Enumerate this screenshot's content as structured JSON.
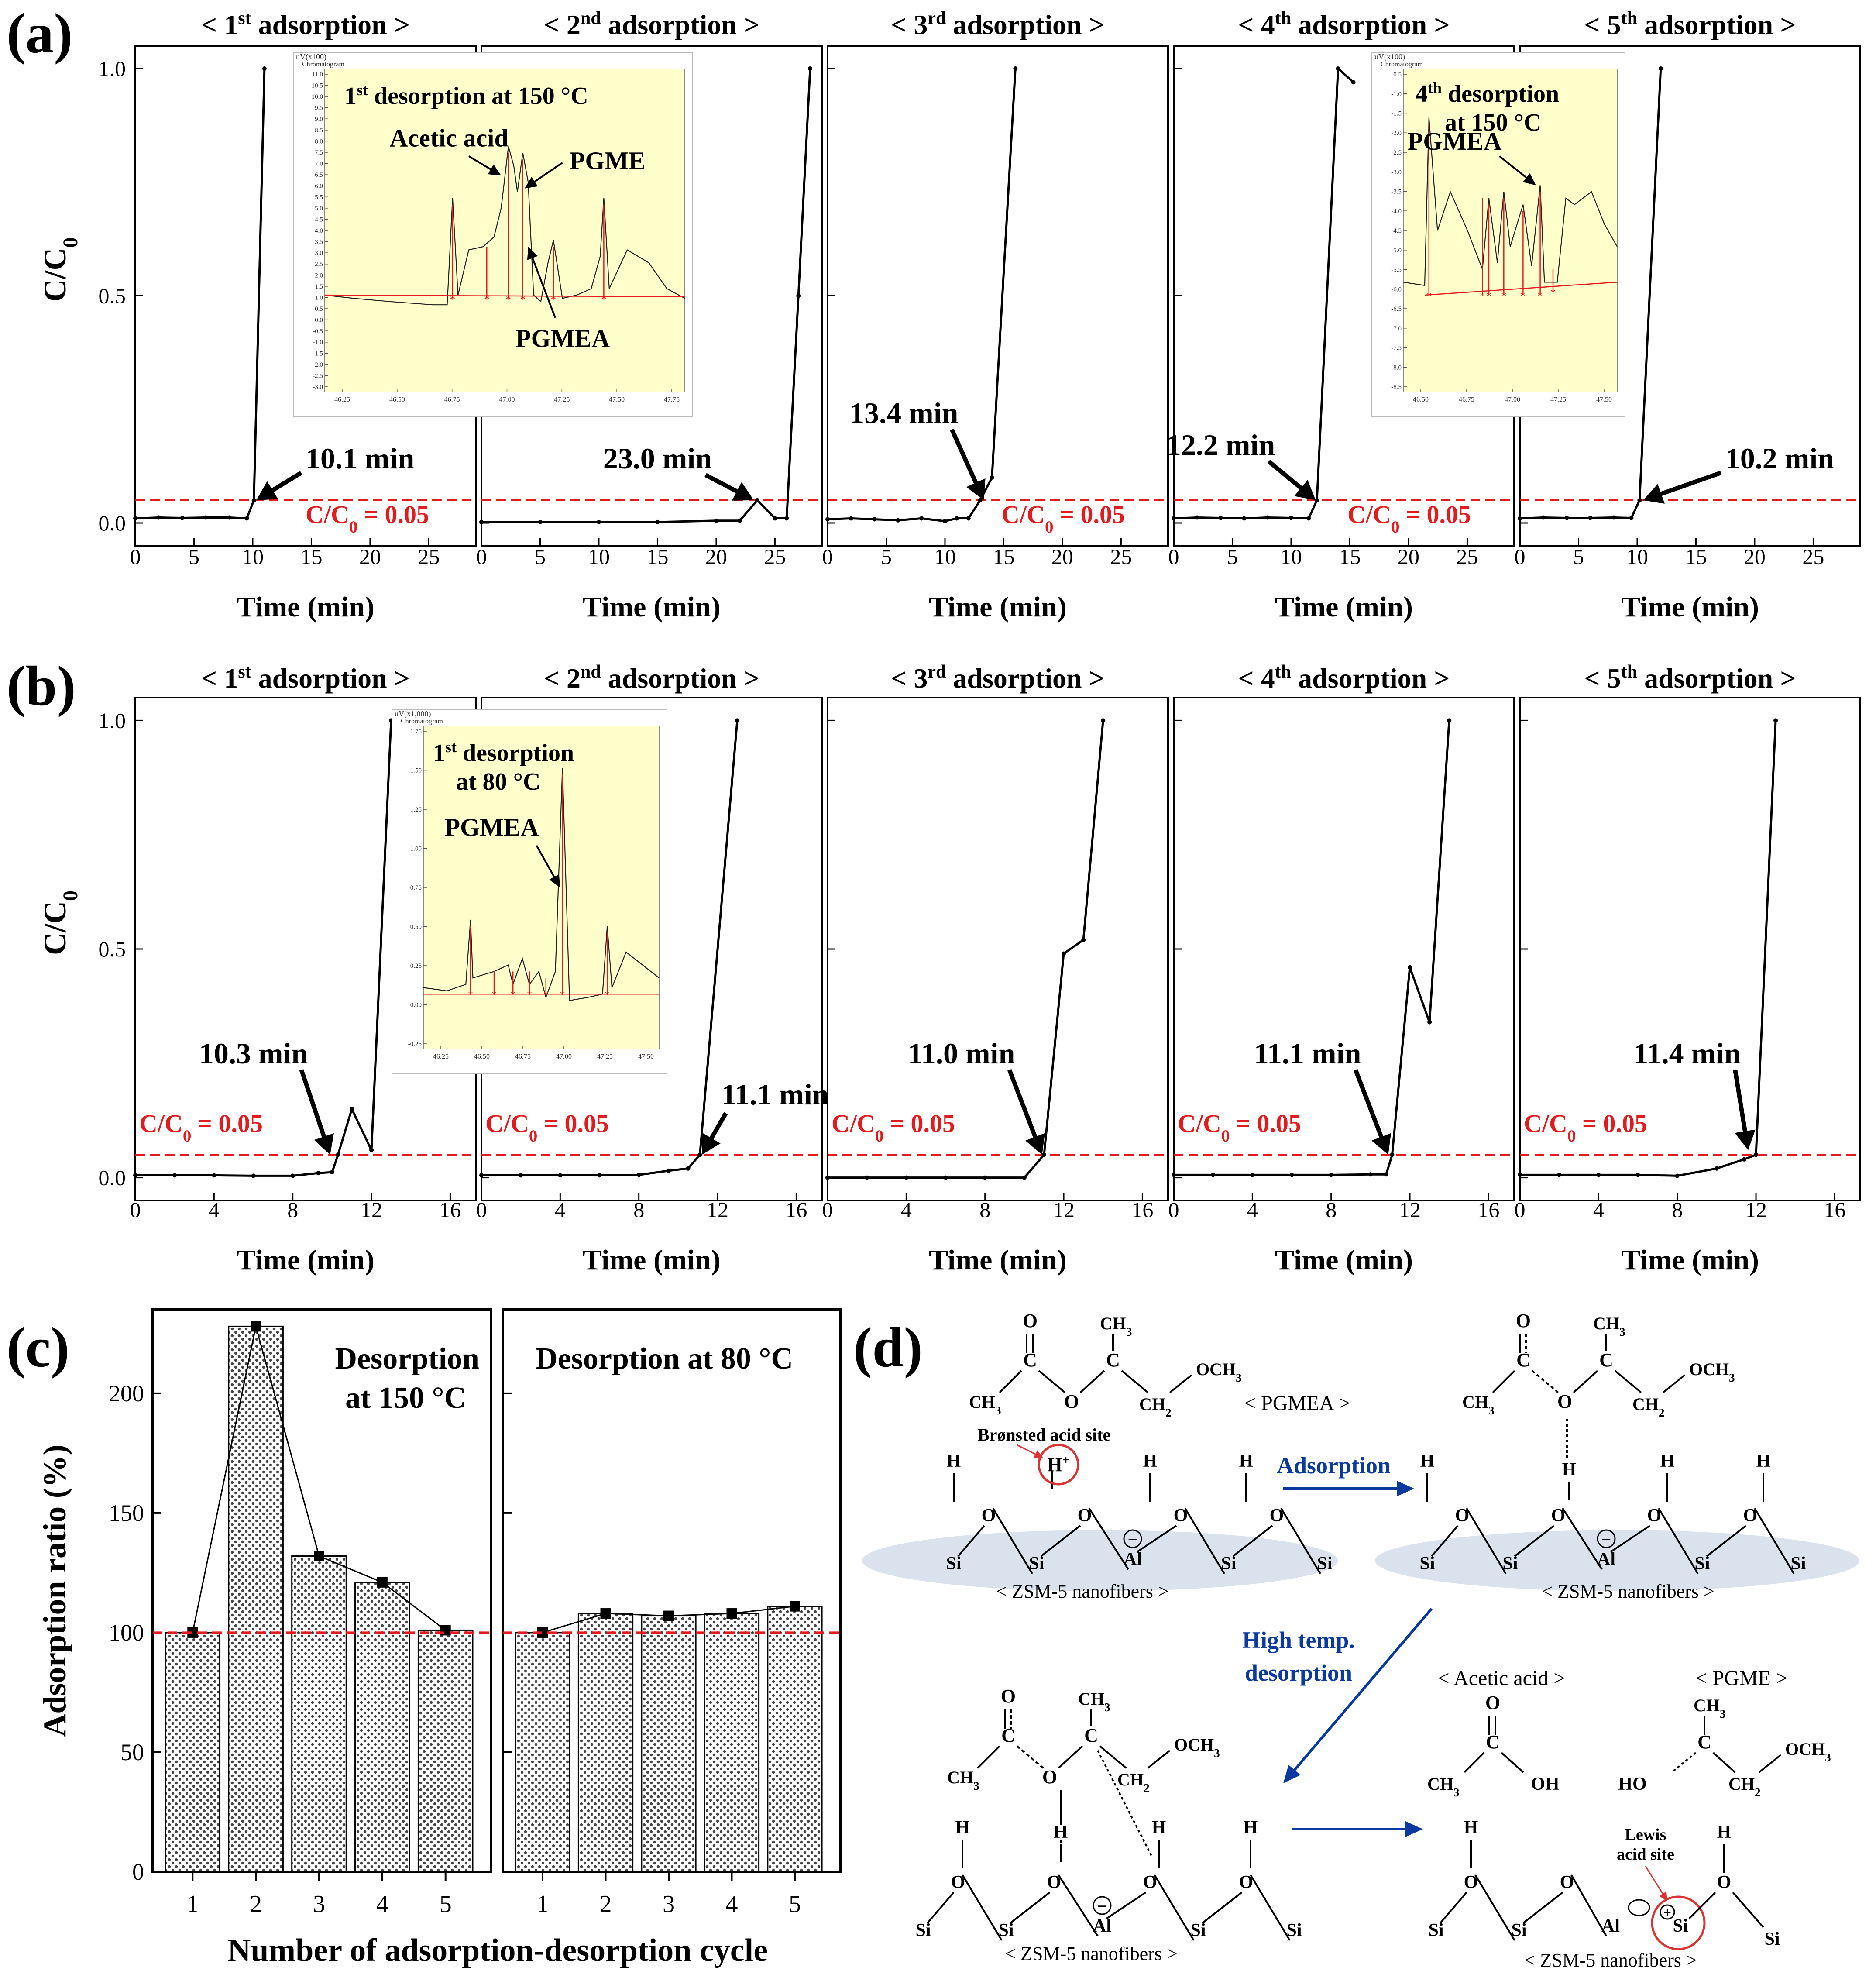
{
  "panel_labels": [
    "(a)",
    "(b)",
    "(c)",
    "(d)"
  ],
  "colors": {
    "threshold": "#e41a1c",
    "line": "#000000",
    "inset_bg": "#ffffcc",
    "inset_peak": "#e41a1c",
    "scheme_arrow": "#0a3aa0"
  },
  "chart_data": [
    {
      "type": "line",
      "panel": "a",
      "row": 0,
      "col": 0,
      "title": "< 1st adsorption >",
      "title_num": "1",
      "title_sup": "st",
      "xlabel": "Time (min)",
      "ylabel": "C/C0",
      "xlim": [
        0,
        29
      ],
      "ylim": [
        -0.05,
        1.05
      ],
      "xticks": [
        0,
        5,
        10,
        15,
        20,
        25
      ],
      "yticks": [
        0.0,
        0.5,
        1.0
      ],
      "ytick_labels": [
        "0.0",
        "0.5",
        "1.0"
      ],
      "x": [
        0,
        2,
        4,
        6,
        8,
        9.5,
        10.1,
        11
      ],
      "y": [
        0.01,
        0.012,
        0.011,
        0.012,
        0.012,
        0.01,
        0.05,
        1.0
      ],
      "threshold": 0.05,
      "threshold_label": "C/C0 = 0.05",
      "threshold_label_x": 14.5,
      "threshold_label_y": 0.0,
      "annotation": {
        "text": "10.1 min",
        "tx": 14.5,
        "ty": 0.12,
        "ax": 10.3,
        "ay": 0.05
      }
    },
    {
      "type": "line",
      "panel": "a",
      "row": 0,
      "col": 1,
      "title": "< 2nd adsorption >",
      "title_num": "2",
      "title_sup": "nd",
      "xlabel": "Time (min)",
      "ylabel": "",
      "xlim": [
        0,
        29
      ],
      "ylim": [
        -0.05,
        1.05
      ],
      "xticks": [
        0,
        5,
        10,
        15,
        20,
        25
      ],
      "yticks": [
        0.0,
        0.5,
        1.0
      ],
      "ytick_labels": [],
      "x": [
        0,
        5,
        10,
        15,
        20,
        22,
        23.5,
        25,
        26,
        27,
        28
      ],
      "y": [
        0.002,
        0.002,
        0.002,
        0.002,
        0.005,
        0.005,
        0.05,
        0.01,
        0.01,
        0.5,
        1.0
      ],
      "threshold": 0.05,
      "threshold_label": "",
      "threshold_label_x": 0,
      "threshold_label_y": 0,
      "annotation": {
        "text": "23.0 min",
        "tx": 15,
        "ty": 0.12,
        "ax": 23.2,
        "ay": 0.05
      }
    },
    {
      "type": "line",
      "panel": "a",
      "row": 0,
      "col": 2,
      "title": "< 3rd adsorption >",
      "title_num": "3",
      "title_sup": "rd",
      "xlabel": "Time (min)",
      "ylabel": "",
      "xlim": [
        0,
        29
      ],
      "ylim": [
        -0.05,
        1.05
      ],
      "xticks": [
        0,
        5,
        10,
        15,
        20,
        25
      ],
      "yticks": [
        0.0,
        0.5,
        1.0
      ],
      "ytick_labels": [],
      "x": [
        0,
        2,
        4,
        6,
        8,
        10,
        11,
        12,
        13,
        14,
        16
      ],
      "y": [
        0.008,
        0.01,
        0.008,
        0.006,
        0.01,
        0.004,
        0.01,
        0.01,
        0.05,
        0.1,
        1.0
      ],
      "threshold": 0.05,
      "threshold_label": "C/C0 = 0.05",
      "threshold_label_x": 14.8,
      "threshold_label_y": 0.0,
      "annotation": {
        "text": "13.4 min",
        "tx": 6.5,
        "ty": 0.22,
        "ax": 13.3,
        "ay": 0.05
      }
    },
    {
      "type": "line",
      "panel": "a",
      "row": 0,
      "col": 3,
      "title": "< 4th adsorption >",
      "title_num": "4",
      "title_sup": "th",
      "xlabel": "Time (min)",
      "ylabel": "",
      "xlim": [
        0,
        29
      ],
      "ylim": [
        -0.05,
        1.05
      ],
      "xticks": [
        0,
        5,
        10,
        15,
        20,
        25
      ],
      "yticks": [
        0.0,
        0.5,
        1.0
      ],
      "ytick_labels": [],
      "x": [
        0,
        2,
        4,
        6,
        8,
        10,
        11.5,
        12.2,
        14,
        15.3
      ],
      "y": [
        0.01,
        0.012,
        0.011,
        0.01,
        0.012,
        0.011,
        0.01,
        0.05,
        1.0,
        0.97
      ],
      "threshold": 0.05,
      "threshold_label": "C/C0 = 0.05",
      "threshold_label_x": 14.8,
      "threshold_label_y": 0.0,
      "annotation": {
        "text": "12.2 min",
        "tx": 4,
        "ty": 0.15,
        "ax": 12.1,
        "ay": 0.05
      }
    },
    {
      "type": "line",
      "panel": "a",
      "row": 0,
      "col": 4,
      "title": "< 5th adsorption >",
      "title_num": "5",
      "title_sup": "th",
      "xlabel": "Time (min)",
      "ylabel": "",
      "xlim": [
        0,
        29
      ],
      "ylim": [
        -0.05,
        1.05
      ],
      "xticks": [
        0,
        5,
        10,
        15,
        20,
        25
      ],
      "yticks": [
        0.0,
        0.5,
        1.0
      ],
      "ytick_labels": [],
      "x": [
        0,
        2,
        4,
        6,
        8,
        9.5,
        10.2,
        12
      ],
      "y": [
        0.01,
        0.012,
        0.011,
        0.011,
        0.012,
        0.011,
        0.05,
        1.0
      ],
      "threshold": 0.05,
      "threshold_label": "",
      "threshold_label_x": 0,
      "threshold_label_y": 0,
      "annotation": {
        "text": "10.2 min",
        "tx": 17.5,
        "ty": 0.12,
        "ax": 10.5,
        "ay": 0.05
      }
    },
    {
      "type": "line",
      "panel": "b",
      "row": 1,
      "col": 0,
      "title": "< 1st adsorption >",
      "title_num": "1",
      "title_sup": "st",
      "xlabel": "Time (min)",
      "ylabel": "C/C0",
      "xlim": [
        0,
        17.3
      ],
      "ylim": [
        -0.05,
        1.05
      ],
      "xticks": [
        0,
        4,
        8,
        12,
        16
      ],
      "yticks": [
        0.0,
        0.5,
        1.0
      ],
      "ytick_labels": [
        "0.0",
        "0.5",
        "1.0"
      ],
      "x": [
        0,
        2,
        4,
        6,
        8,
        9.3,
        10,
        10.3,
        11,
        12,
        13
      ],
      "y": [
        0.005,
        0.005,
        0.005,
        0.004,
        0.004,
        0.01,
        0.012,
        0.05,
        0.15,
        0.06,
        1.0
      ],
      "threshold": 0.05,
      "threshold_label": "C/C0 = 0.05",
      "threshold_label_x": 0.2,
      "threshold_label_y": 0.1,
      "annotation": {
        "text": "10.3 min",
        "tx": 6,
        "ty": 0.25,
        "ax": 9.9,
        "ay": 0.05
      }
    },
    {
      "type": "line",
      "panel": "b",
      "row": 1,
      "col": 1,
      "title": "< 2nd adsorption >",
      "title_num": "2",
      "title_sup": "nd",
      "xlabel": "Time (min)",
      "ylabel": "",
      "xlim": [
        0,
        17.3
      ],
      "ylim": [
        -0.05,
        1.05
      ],
      "xticks": [
        0,
        4,
        8,
        12,
        16
      ],
      "yticks": [
        0.0,
        0.5,
        1.0
      ],
      "ytick_labels": [],
      "x": [
        0,
        2,
        4,
        6,
        8,
        9.5,
        10.5,
        11.1,
        13
      ],
      "y": [
        0.005,
        0.005,
        0.005,
        0.005,
        0.006,
        0.015,
        0.02,
        0.05,
        1.0
      ],
      "threshold": 0.05,
      "threshold_label": "C/C0 = 0.05",
      "threshold_label_x": 0.2,
      "threshold_label_y": 0.1,
      "annotation": {
        "text": "11.1 min",
        "tx": 12.2,
        "ty": 0.16,
        "ax": 11.2,
        "ay": 0.05
      }
    },
    {
      "type": "line",
      "panel": "b",
      "row": 1,
      "col": 2,
      "title": "< 3rd adsorption >",
      "title_num": "3",
      "title_sup": "rd",
      "xlabel": "Time (min)",
      "ylabel": "",
      "xlim": [
        0,
        17.3
      ],
      "ylim": [
        -0.05,
        1.05
      ],
      "xticks": [
        0,
        4,
        8,
        12,
        16
      ],
      "yticks": [
        0.0,
        0.5,
        1.0
      ],
      "ytick_labels": [],
      "x": [
        0,
        2,
        4,
        6,
        8,
        10,
        11,
        12,
        13,
        14
      ],
      "y": [
        0.0,
        0.0,
        0.0,
        0.0,
        0.0,
        0.0,
        0.05,
        0.49,
        0.52,
        1.0
      ],
      "threshold": 0.05,
      "threshold_label": "C/C0 = 0.05",
      "threshold_label_x": 0.2,
      "threshold_label_y": 0.1,
      "annotation": {
        "text": "11.0 min",
        "tx": 6.8,
        "ty": 0.25,
        "ax": 10.9,
        "ay": 0.05
      }
    },
    {
      "type": "line",
      "panel": "b",
      "row": 1,
      "col": 3,
      "title": "< 4th adsorption >",
      "title_num": "4",
      "title_sup": "th",
      "xlabel": "Time (min)",
      "ylabel": "",
      "xlim": [
        0,
        17.3
      ],
      "ylim": [
        -0.05,
        1.05
      ],
      "xticks": [
        0,
        4,
        8,
        12,
        16
      ],
      "yticks": [
        0.0,
        0.5,
        1.0
      ],
      "ytick_labels": [],
      "x": [
        0,
        2,
        4,
        6,
        8,
        10,
        10.8,
        11.1,
        12,
        13,
        14
      ],
      "y": [
        0.006,
        0.006,
        0.006,
        0.006,
        0.006,
        0.007,
        0.007,
        0.05,
        0.46,
        0.34,
        1.0
      ],
      "threshold": 0.05,
      "threshold_label": "C/C0 = 0.05",
      "threshold_label_x": 0.2,
      "threshold_label_y": 0.1,
      "annotation": {
        "text": "11.1 min",
        "tx": 6.8,
        "ty": 0.25,
        "ax": 10.9,
        "ay": 0.05
      }
    },
    {
      "type": "line",
      "panel": "b",
      "row": 1,
      "col": 4,
      "title": "< 5th adsorption >",
      "title_num": "5",
      "title_sup": "th",
      "xlabel": "Time (min)",
      "ylabel": "",
      "xlim": [
        0,
        17.3
      ],
      "ylim": [
        -0.05,
        1.05
      ],
      "xticks": [
        0,
        4,
        8,
        12,
        16
      ],
      "yticks": [
        0.0,
        0.5,
        1.0
      ],
      "ytick_labels": [],
      "x": [
        0,
        2,
        4,
        6,
        8,
        10,
        11.4,
        12,
        13
      ],
      "y": [
        0.006,
        0.006,
        0.006,
        0.006,
        0.004,
        0.02,
        0.04,
        0.05,
        1.0
      ],
      "threshold": 0.05,
      "threshold_label": "C/C0 = 0.05",
      "threshold_label_x": 0.2,
      "threshold_label_y": 0.1,
      "annotation": {
        "text": "11.4 min",
        "tx": 8.5,
        "ty": 0.25,
        "ax": 11.6,
        "ay": 0.06
      }
    },
    {
      "type": "bar",
      "panel": "c",
      "xlabel": "Number of adsorption-desorption cycle",
      "ylabel": "Adsorption ratio (%)",
      "ylim": [
        0,
        235
      ],
      "yticks": [
        0,
        50,
        100,
        150,
        200
      ],
      "reference_line": 100,
      "subpanels": [
        {
          "title_lines": [
            "Desorption",
            "at 150 °C"
          ],
          "categories": [
            "1",
            "2",
            "3",
            "4",
            "5"
          ],
          "values": [
            100,
            228,
            132,
            121,
            101
          ]
        },
        {
          "title_lines": [
            "Desorption at 80 °C"
          ],
          "categories": [
            "1",
            "2",
            "3",
            "4",
            "5"
          ],
          "values": [
            100,
            108,
            107,
            108,
            111
          ]
        }
      ]
    }
  ],
  "insets": [
    {
      "header": "uV(x100)",
      "subheader": "Chromatogram",
      "title_num": "1",
      "title_sup": "st",
      "title_rest": " desorption at 150 °C",
      "yticks": [
        "11.0",
        "10.5",
        "10.0",
        "9.5",
        "9.0",
        "8.5",
        "8.0",
        "7.5",
        "7.0",
        "6.5",
        "6.0",
        "5.5",
        "5.0",
        "4.5",
        "4.0",
        "3.5",
        "3.0",
        "2.5",
        "2.0",
        "1.5",
        "1.0",
        "0.5",
        "0.0",
        "-0.5",
        "-1.0",
        "-1.5",
        "-2.0",
        "-2.5",
        "-3.0"
      ],
      "xticks": [
        "46.25",
        "46.50",
        "46.75",
        "47.00",
        "47.25",
        "47.50",
        "47.75"
      ],
      "labels": [
        "Acetic acid",
        "PGME",
        "PGMEA"
      ]
    },
    {
      "header": "uV(x100)",
      "subheader": "Chromatogram",
      "title_num": "4",
      "title_sup": "th",
      "title_rest": " desorption",
      "title_line2": "at 150 °C",
      "yticks": [
        "-0.5",
        "-1.0",
        "-1.5",
        "-2.0",
        "-2.5",
        "-3.0",
        "-3.5",
        "-4.0",
        "-4.5",
        "-5.0",
        "-5.5",
        "-6.0",
        "-6.5",
        "-7.0",
        "-7.5",
        "-8.0",
        "-8.5"
      ],
      "xticks": [
        "46.50",
        "46.75",
        "47.00",
        "47.25",
        "47.50"
      ],
      "labels": [
        "PGMEA"
      ]
    },
    {
      "header": "uV(x1,000)",
      "subheader": "Chromatogram",
      "title_num": "1",
      "title_sup": "st",
      "title_rest": " desorption",
      "title_line2": "at 80 °C",
      "yticks": [
        "1.75",
        "1.50",
        "1.25",
        "1.00",
        "0.75",
        "0.50",
        "0.25",
        "0.00",
        "-0.25"
      ],
      "xticks": [
        "46.25",
        "46.50",
        "46.75",
        "47.00",
        "47.25",
        "47.50"
      ],
      "labels": [
        "PGMEA"
      ]
    }
  ],
  "scheme": {
    "pgmea_label": "< PGMEA >",
    "bronsted_label": "Brønsted acid site",
    "adsorption_label": "Adsorption",
    "high_temp_label_1": "High temp.",
    "high_temp_label_2": "desorption",
    "acetic_label": "< Acetic acid >",
    "pgme_label": "< PGME >",
    "support_label": "< ZSM-5 nanofibers >",
    "lewis_label_1": "Lewis",
    "lewis_label_2": "acid site",
    "atoms": {
      "O": "O",
      "C": "C",
      "H": "H",
      "Si": "Si",
      "Al": "Al",
      "OH": "OH",
      "HO": "HO",
      "CH3": "CH",
      "CH2": "CH",
      "OCH3": "OCH",
      "sub3": "3",
      "sub2": "2",
      "Hplus": "H",
      "plus": "+",
      "minus": "−",
      "circled_plus": "+"
    }
  }
}
